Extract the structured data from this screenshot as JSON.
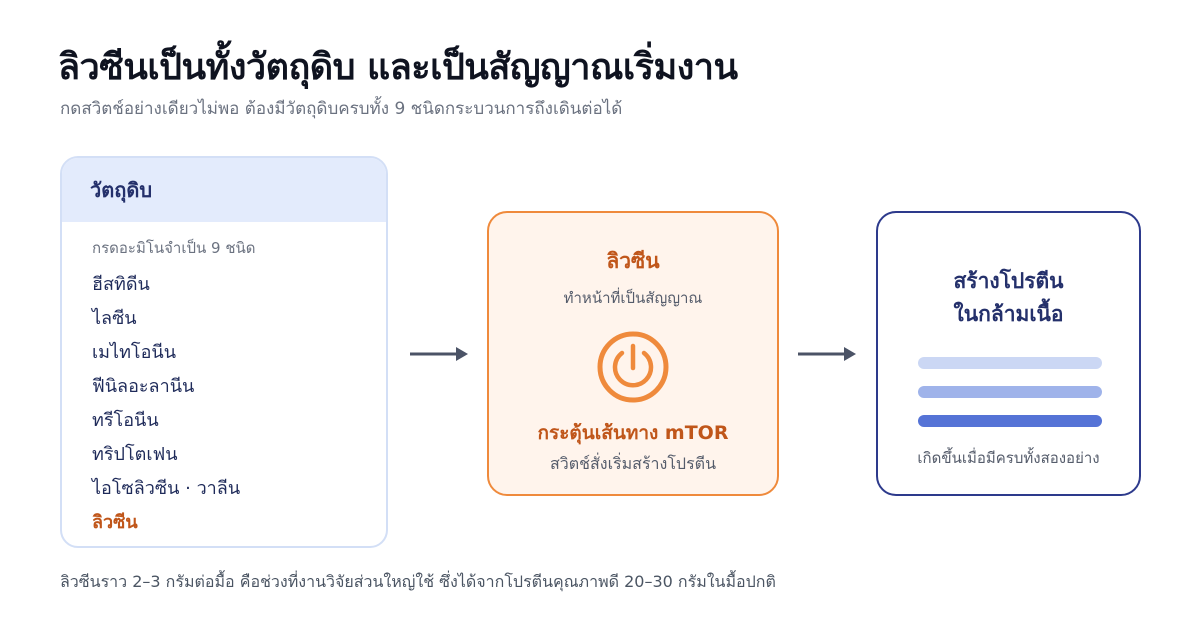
{
  "header": {
    "title": "ลิวซีนเป็นทั้งวัตถุดิบ และเป็นสัญญาณเริ่มงาน",
    "subtitle": "กดสวิตช์อย่างเดียวไม่พอ ต้องมีวัตถุดิบครบทั้ง 9 ชนิดกระบวนการถึงเดินต่อได้"
  },
  "raw_materials": {
    "heading": "วัตถุดิบ",
    "caption": "กรดอะมิโนจำเป็น 9 ชนิด",
    "items": [
      "ฮีสทิดีน",
      "ไลซีน",
      "เมไทโอนีน",
      "ฟีนิลอะลานีน",
      "ทรีโอนีน",
      "ทริปโตเฟน",
      "ไอโซลิวซีน · วาลีน"
    ],
    "highlight": "ลิวซีน"
  },
  "signal": {
    "name": "ลิวซีน",
    "role": "ทำหน้าที่เป็นสัญญาณ",
    "icon": "power-icon",
    "action": "กระตุ้นเส้นทาง mTOR",
    "action_desc": "สวิตช์สั่งเริ่มสร้างโปรตีน",
    "color": "#ef8a3c"
  },
  "result": {
    "title_line1": "สร้างโปรตีน",
    "title_line2": "ในกล้ามเนื้อ",
    "description": "เกิดขึ้นเมื่อมีครบทั้งสองอย่าง",
    "color": "#2d3a8c"
  },
  "footnote": "ลิวซีนราว 2–3 กรัมต่อมื้อ คือช่วงที่งานวิจัยส่วนใหญ่ใช้ ซึ่งได้จากโปรตีนคุณภาพดี 20–30 กรัมในมื้อปกติ"
}
